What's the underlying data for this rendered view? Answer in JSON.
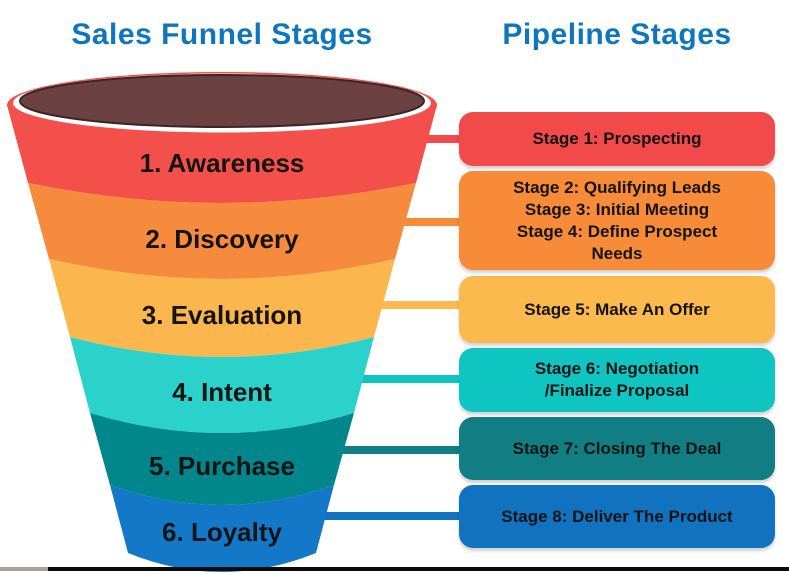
{
  "titles": {
    "left": "Sales Funnel Stages",
    "right": "Pipeline Stages",
    "color": "#0E76BC"
  },
  "funnel": {
    "top_color": "#6B4141",
    "rim_color": "#FFFFFF",
    "stages": [
      {
        "label": "1. Awareness",
        "color": "#F4504B"
      },
      {
        "label": "2. Discovery",
        "color": "#F78B3D"
      },
      {
        "label": "3. Evaluation",
        "color": "#FBB64E"
      },
      {
        "label": "4. Intent",
        "color": "#2AD2CB"
      },
      {
        "label": "5. Purchase",
        "color": "#00868B"
      },
      {
        "label": "6. Loyalty",
        "color": "#1478C8"
      }
    ]
  },
  "pipeline": {
    "boxes": [
      {
        "color": "#F2494B",
        "lines": [
          "Stage 1: Prospecting"
        ]
      },
      {
        "color": "#F78B38",
        "lines": [
          "Stage 2: Qualifying Leads",
          "Stage 3: Initial Meeting",
          "Stage 4: Define Prospect",
          "Needs"
        ]
      },
      {
        "color": "#FCB94D",
        "lines": [
          "Stage 5: Make An Offer"
        ]
      },
      {
        "color": "#0FC5C2",
        "lines": [
          "Stage 6: Negotiation",
          "/Finalize Proposal"
        ]
      },
      {
        "color": "#117E84",
        "lines": [
          "Stage 7: Closing The Deal"
        ]
      },
      {
        "color": "#1173C0",
        "lines": [
          "Stage 8: Deliver The Product"
        ]
      }
    ]
  },
  "text_color": "#141414"
}
